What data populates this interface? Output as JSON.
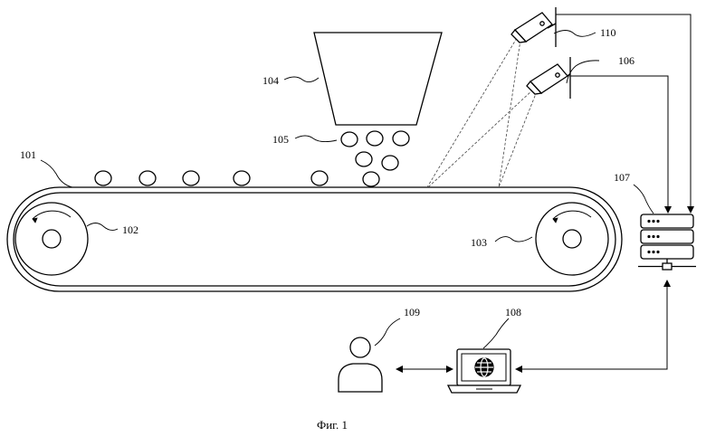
{
  "labels": {
    "conveyor": "101",
    "roller_left": "102",
    "roller_right": "103",
    "hopper": "104",
    "items": "105",
    "camera_lower": "106",
    "server": "107",
    "laptop": "108",
    "user": "109",
    "camera_upper": "110"
  },
  "caption": "Фиг. 1",
  "icons": {
    "cameras": "security-camera-icon",
    "server": "server-rack-icon",
    "laptop": "laptop-globe-icon",
    "user": "person-icon"
  }
}
